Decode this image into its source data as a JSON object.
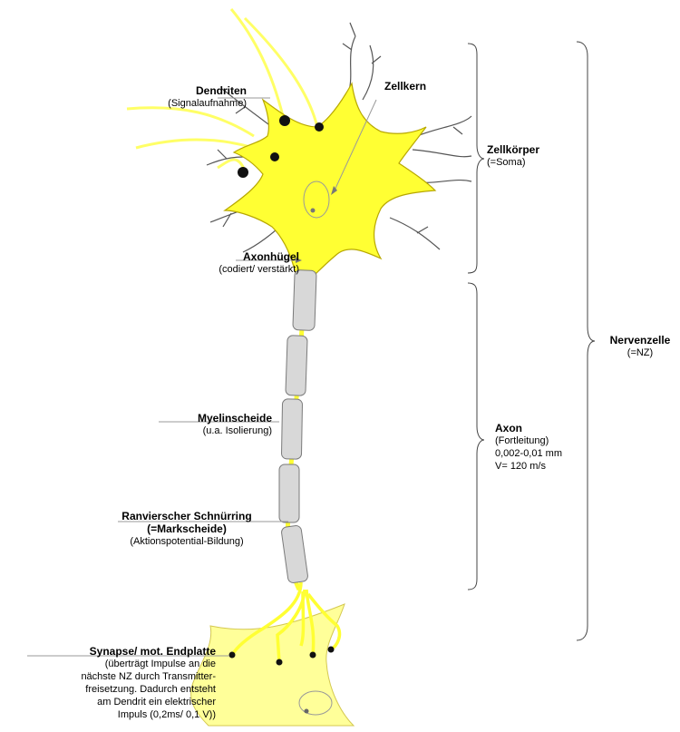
{
  "labels": {
    "dendriten": {
      "title": "Dendriten",
      "sub": "(Signalaufnahme)"
    },
    "zellkern": {
      "title": "Zellkern"
    },
    "axonhuegel": {
      "title": "Axonhügel",
      "sub": "(codiert/ verstärkt)"
    },
    "myelinscheide": {
      "title": "Myelinscheide",
      "sub": "(u.a. Isolierung)"
    },
    "ranvier": {
      "title": "Ranvierscher Schnürring",
      "title2": "(=Markscheide)",
      "sub": "(Aktionspotential-Bildung)"
    },
    "synapse": {
      "title": "Synapse/ mot. Endplatte",
      "lines": [
        "(überträgt Impulse an die",
        "nächste NZ durch Transmitter-",
        "freisetzung. Dadurch entsteht",
        "am Dendrit ein elektrischer",
        "Impuls (0,2ms/ 0,1 V))"
      ]
    },
    "zellkoerper": {
      "title": "Zellkörper",
      "sub": "(=Soma)"
    },
    "axon": {
      "title": "Axon",
      "lines": [
        "(Fortleitung)",
        "0,002-0,01 mm",
        "V= 120 m/s"
      ]
    },
    "nervenzelle": {
      "title": "Nervenzelle",
      "sub": "(=NZ)"
    }
  },
  "colors": {
    "cell_fill": "#ffff33",
    "cell_stroke": "#b8a800",
    "target_fill": "#ffff99",
    "myelin_fill": "#d8d8d8",
    "myelin_stroke": "#7a7a7a",
    "leader_line": "#999999",
    "brace": "#444444"
  }
}
